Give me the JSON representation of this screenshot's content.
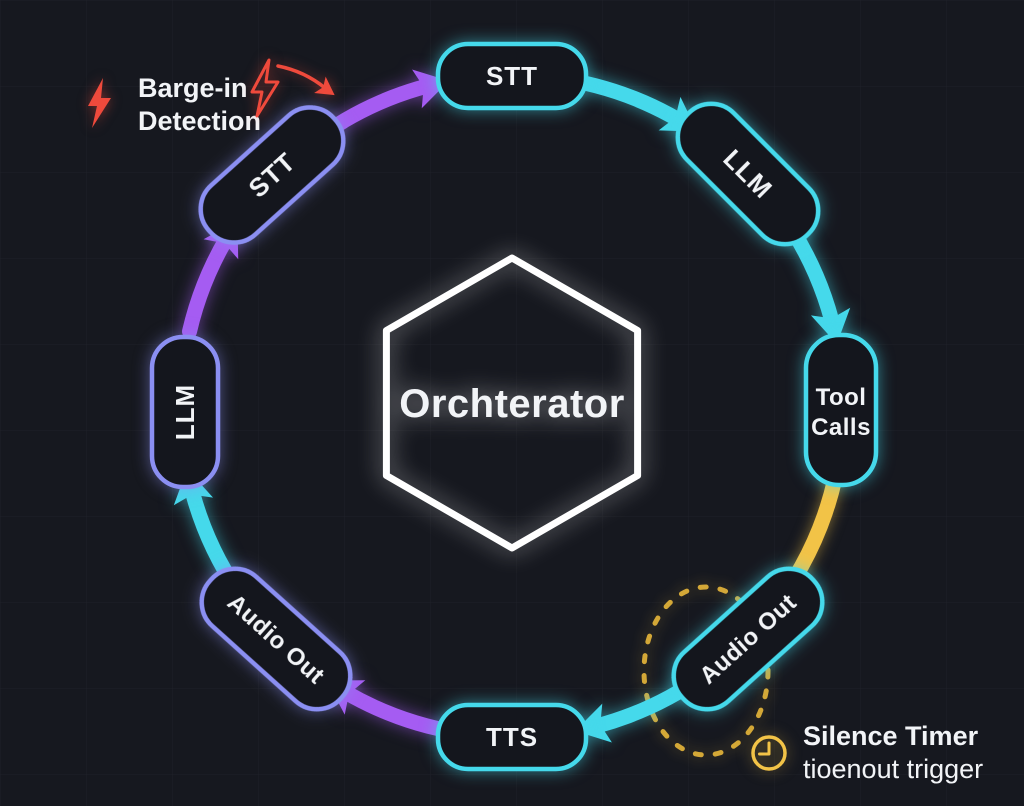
{
  "colors": {
    "background": "#16181f",
    "node_fill": "#14161d",
    "cyan": "#45d9eb",
    "purple": "#a55cf2",
    "periwinkle": "#8b8ff2",
    "yellow": "#f2c347",
    "yellow_dim": "#e5b53a",
    "red": "#ef4a3c",
    "white": "#ffffff"
  },
  "center": {
    "label": "Orchterator",
    "shape": "hexagon-outline"
  },
  "nodes": [
    {
      "id": "stt-top",
      "label": "STT",
      "position": "top",
      "border": "cyan"
    },
    {
      "id": "llm-right",
      "label": "LLM",
      "position": "upper-right",
      "border": "cyan"
    },
    {
      "id": "tool-calls",
      "label": "Tool Calls",
      "lines": [
        "Tool",
        "Calls"
      ],
      "position": "right",
      "border": "cyan"
    },
    {
      "id": "audio-out-lower-right",
      "label": "Audio Out",
      "position": "lower-right",
      "border": "cyan"
    },
    {
      "id": "tts",
      "label": "TTS",
      "position": "bottom",
      "border": "cyan"
    },
    {
      "id": "audio-out-lower-left",
      "label": "Audio Out",
      "position": "lower-left",
      "border": "periwinkle"
    },
    {
      "id": "llm-left",
      "label": "LLM",
      "position": "left",
      "border": "periwinkle"
    },
    {
      "id": "stt-upper-left",
      "label": "STT",
      "position": "upper-left",
      "border": "periwinkle"
    }
  ],
  "flow": [
    {
      "from": "stt-top",
      "to": "llm-right",
      "color": "cyan"
    },
    {
      "from": "llm-right",
      "to": "tool-calls",
      "color": "cyan"
    },
    {
      "from": "tool-calls",
      "to": "audio-out-lower-right",
      "color": "yellow"
    },
    {
      "from": "audio-out-lower-right",
      "to": "tts",
      "color": "cyan"
    },
    {
      "from": "tts",
      "to": "audio-out-lower-left",
      "color": "purple"
    },
    {
      "from": "audio-out-lower-left",
      "to": "llm-left",
      "color": "cyan"
    },
    {
      "from": "llm-left",
      "to": "stt-upper-left",
      "color": "purple"
    },
    {
      "from": "stt-upper-left",
      "to": "stt-top",
      "color": "purple"
    }
  ],
  "annotations": {
    "barge_in": {
      "line1": "Barge-in",
      "line2": "Detection",
      "icon": "lightning-icon",
      "color": "#ef4a3c"
    },
    "silence": {
      "line1": "Silence Timer",
      "line2": "tioenout trigger",
      "icon": "clock-icon",
      "color": "#f2c347"
    }
  }
}
